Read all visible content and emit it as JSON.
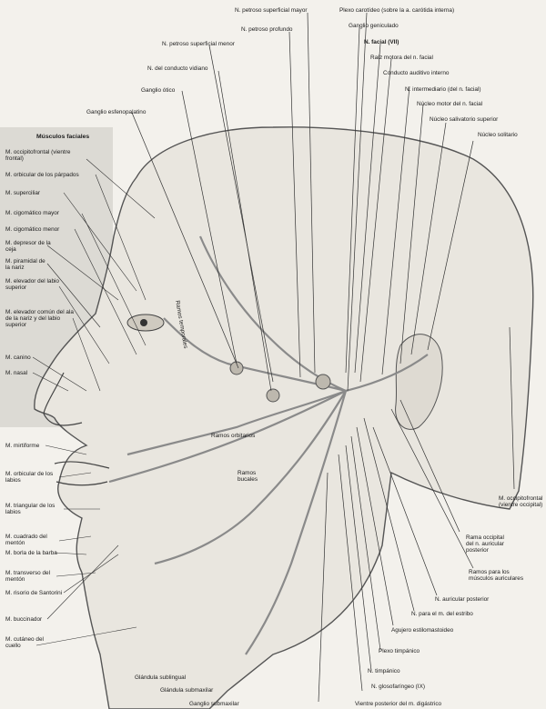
{
  "sidebar": {
    "title": "Músculos faciales",
    "items": [
      "M. occipitofrontal (vientre frontal)",
      "M. orbicular de los párpados",
      "M. superciliar",
      "M. cigomático mayor",
      "M. cigomático menor",
      "M. depresor de la ceja",
      "M. piramidal de la nariz",
      "M. elevador del labio superior",
      "M. elevador común del ala de la nariz y del labio superior",
      "M. canino",
      "M. nasal",
      "M. mirtiforme",
      "M. orbicular de los labios",
      "M. triangular de los labios",
      "M. cuadrado del mentón",
      "M. borla de la barba",
      "M. transverso del mentón",
      "M. risorio de Santorini",
      "M. buccinador",
      "M. cutáneo del cuello"
    ]
  },
  "top_labels": [
    "N. petroso superficial mayor",
    "Plexo carotídeo (sobre la a. carótida interna)",
    "N. petroso profundo",
    "Ganglio geniculado",
    "N. petroso superficial menor",
    "N. facial (VII)",
    "Raíz motora del n. facial",
    "N. del conducto vidiano",
    "Conducto auditivo interno",
    "N. intermediario (del n. facial)",
    "Ganglio ótico",
    "Núcleo motor del n. facial",
    "Ganglio esfenopalatino",
    "Núcleo salivatorio superior",
    "Núcleo solitario"
  ],
  "in_figure_labels": [
    "Ramos temporales",
    "Ramos orbitarios",
    "Ramos bucales"
  ],
  "right_labels": [
    "M. occipitofrontal (vientre occipital)",
    "Rama occipital del n. auricular posterior",
    "Ramos para los músculos auriculares",
    "N. auricular posterior",
    "N. para el m. del estribo",
    "Agujero estilomastoideo",
    "Plexo timpánico",
    "N. timpánico",
    "N. glosofaríngeo (IX)",
    "Vientre posterior del m. digástrico"
  ],
  "bottom_labels": [
    "Glándula sublingual",
    "Glándula submaxilar",
    "Ganglio submaxilar"
  ]
}
